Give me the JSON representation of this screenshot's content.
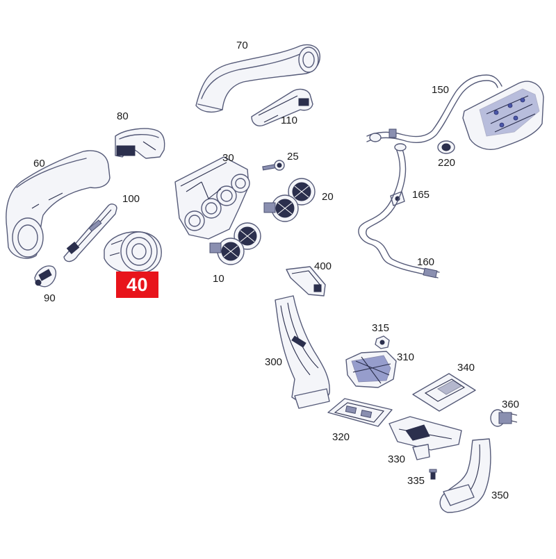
{
  "highlight": {
    "label": "40",
    "color": "#e8141b"
  },
  "parts": [
    {
      "id": "p70",
      "label": "70"
    },
    {
      "id": "p150",
      "label": "150"
    },
    {
      "id": "p80",
      "label": "80"
    },
    {
      "id": "p110",
      "label": "110"
    },
    {
      "id": "p220",
      "label": "220"
    },
    {
      "id": "p60",
      "label": "60"
    },
    {
      "id": "p30",
      "label": "30"
    },
    {
      "id": "p25",
      "label": "25"
    },
    {
      "id": "p100",
      "label": "100"
    },
    {
      "id": "p20",
      "label": "20"
    },
    {
      "id": "p165",
      "label": "165"
    },
    {
      "id": "p10",
      "label": "10"
    },
    {
      "id": "p90",
      "label": "90"
    },
    {
      "id": "p160",
      "label": "160"
    },
    {
      "id": "p400",
      "label": "400"
    },
    {
      "id": "p315",
      "label": "315"
    },
    {
      "id": "p300",
      "label": "300"
    },
    {
      "id": "p310",
      "label": "310"
    },
    {
      "id": "p340",
      "label": "340"
    },
    {
      "id": "p360",
      "label": "360"
    },
    {
      "id": "p320",
      "label": "320"
    },
    {
      "id": "p330",
      "label": "330"
    },
    {
      "id": "p335",
      "label": "335"
    },
    {
      "id": "p350",
      "label": "350"
    }
  ]
}
